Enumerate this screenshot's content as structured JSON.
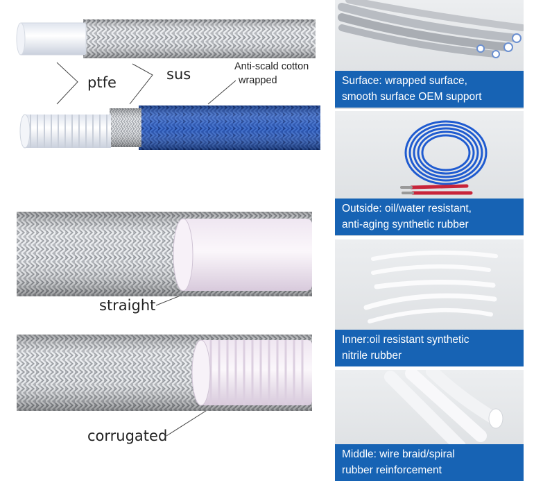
{
  "left": {
    "top_labels": {
      "ptfe": "ptfe",
      "sus": "sus",
      "anti_scald_line1": "Anti-scald cotton",
      "anti_scald_line2": "wrapped"
    },
    "straight_label": "straight",
    "corrugated_label": "corrugated"
  },
  "panels": [
    {
      "line1": "Surface: wrapped surface,",
      "line2": "smooth surface OEM support"
    },
    {
      "line1": "Outside: oil/water resistant,",
      "line2": "anti-aging synthetic rubber"
    },
    {
      "line1": "Inner:oil resistant synthetic",
      "line2": "nitrile rubber"
    },
    {
      "line1": "Middle: wire braid/spiral",
      "line2": "rubber reinforcement"
    }
  ],
  "colors": {
    "caption_bg": "#1763b4",
    "blue_hose": "#1d49a8",
    "ptfe_white": "#f6f8fc",
    "steel_braid": "#a9acb1"
  }
}
